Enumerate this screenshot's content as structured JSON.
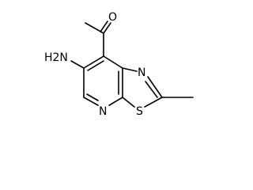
{
  "molecule": {
    "atoms": {
      "carbonyl_oxygen": "O",
      "amino_group": "H2N",
      "pyridine_nitrogen": "N",
      "thiazole_nitrogen": "N",
      "thiazole_sulfur": "S"
    }
  }
}
